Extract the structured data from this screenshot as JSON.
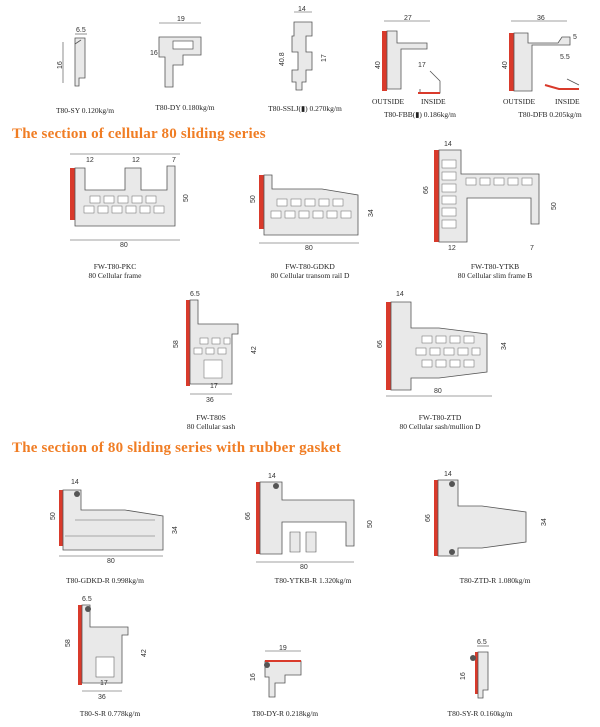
{
  "colors": {
    "accent_title": "#f07d24",
    "profile_red": "#d93a2b",
    "profile_line": "#555555",
    "fill": "#e9e9e9"
  },
  "sections": [
    {
      "title": "The section of cellular 80  sliding series"
    },
    {
      "title": "The section of 80  sliding series with rubber gasket"
    }
  ],
  "top_row": [
    {
      "caption": "T80-SY 0.120kg/m",
      "dims": [
        "6.5",
        "16"
      ]
    },
    {
      "caption": "T80-DY 0.180kg/m",
      "dims": [
        "19",
        "16"
      ]
    },
    {
      "caption": "T80-SSLJ(▮) 0.270kg/m",
      "dims": [
        "14",
        "40.8",
        "17"
      ]
    },
    {
      "caption": "T80-FBB(▮) 0.186kg/m",
      "dims": [
        "27",
        "40",
        "17"
      ],
      "outside": "OUTSIDE",
      "inside": "INSIDE"
    },
    {
      "caption": "T80-DFB 0.205kg/m",
      "dims": [
        "36",
        "5",
        "5.5",
        "40"
      ],
      "outside": "OUTSIDE",
      "inside": "INSIDE"
    }
  ],
  "cellular": [
    {
      "code": "FW-T80-PKC",
      "name": "80 Cellular  frame",
      "dims": [
        "12",
        "12",
        "7",
        "50",
        "80"
      ]
    },
    {
      "code": "FW-T80-GDKD",
      "name": "80 Cellular transom rail D",
      "dims": [
        "50",
        "34",
        "80"
      ]
    },
    {
      "code": "FW-T80-YTKB",
      "name": "80 Cellular slim frame B",
      "dims": [
        "14",
        "66",
        "50",
        "12",
        "7"
      ]
    },
    {
      "code": "FW-T80S",
      "name": "80 Cellular sash",
      "dims": [
        "6.5",
        "58",
        "42",
        "17",
        "36"
      ]
    },
    {
      "code": "FW-T80-ZTD",
      "name": "80 Cellular sash/mullion D",
      "dims": [
        "14",
        "66",
        "34",
        "80"
      ]
    }
  ],
  "gasket": [
    {
      "caption": "T80-GDKD-R  0.998kg/m",
      "dims": [
        "14",
        "50",
        "34",
        "80"
      ]
    },
    {
      "caption": "T80-YTKB-R  1.320kg/m",
      "dims": [
        "14",
        "66",
        "50",
        "80"
      ]
    },
    {
      "caption": "T80-ZTD-R  1.080kg/m",
      "dims": [
        "14",
        "66",
        "34"
      ]
    },
    {
      "caption": "T80-S-R  0.778kg/m",
      "dims": [
        "6.5",
        "58",
        "42",
        "17",
        "36"
      ]
    },
    {
      "caption": "T80-DY-R  0.218kg/m",
      "dims": [
        "19",
        "16"
      ]
    },
    {
      "caption": "T80-SY-R  0.160kg/m",
      "dims": [
        "6.5",
        "16"
      ]
    }
  ]
}
